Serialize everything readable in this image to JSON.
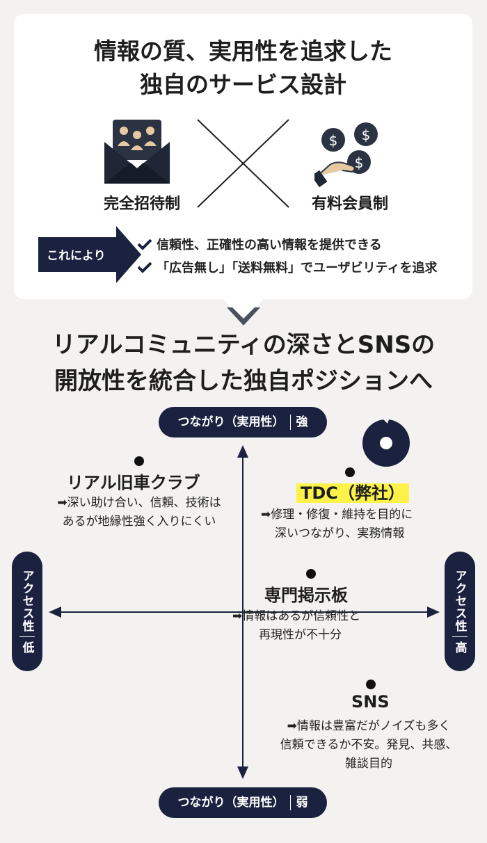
{
  "card": {
    "title_line1": "情報の質、実用性を追求した",
    "title_line2": "独自のサービス設計",
    "feature_left": "完全招待制",
    "feature_right": "有料会員制",
    "arrow_label": "これにより",
    "benefits": [
      "信頼性、正確性の高い情報を提供できる",
      "「広告無し」「送料無料」でユーザビリティを追求"
    ]
  },
  "headline": {
    "line1": "リアルコミュニティの深さとSNSの",
    "line2": "開放性を統合した独自ポジションへ"
  },
  "axes": {
    "top_main": "つながり（実用性）",
    "top_level": "強",
    "bottom_main": "つながり（実用性）",
    "bottom_level": "弱",
    "left_main": "アクセス性",
    "left_level": "低",
    "right_main": "アクセス性",
    "right_level": "高"
  },
  "positions": [
    {
      "title": "リアル旧車クラブ",
      "desc_line1": "➡深い助け合い、信頼、技術は",
      "desc_line2": "あるが地縁性強く入りにくい",
      "desc_line3": ""
    },
    {
      "title": "TDC（弊社）",
      "desc_line1": "➡修理・修復・維持を目的に",
      "desc_line2": "深いつながり、実務情報",
      "desc_line3": ""
    },
    {
      "title": "専門掲示板",
      "desc_line1": "➡情報はあるが信頼性と",
      "desc_line2": "再現性が不十分",
      "desc_line3": ""
    },
    {
      "title": "SNS",
      "desc_line1": "➡情報は豊富だがノイズも多く",
      "desc_line2": "信頼できるか不安。発見、共感、",
      "desc_line3": "雑談目的"
    }
  ],
  "colors": {
    "navy": "#1a2240",
    "highlight": "#fdf24a",
    "background": "#f3f2f0"
  }
}
